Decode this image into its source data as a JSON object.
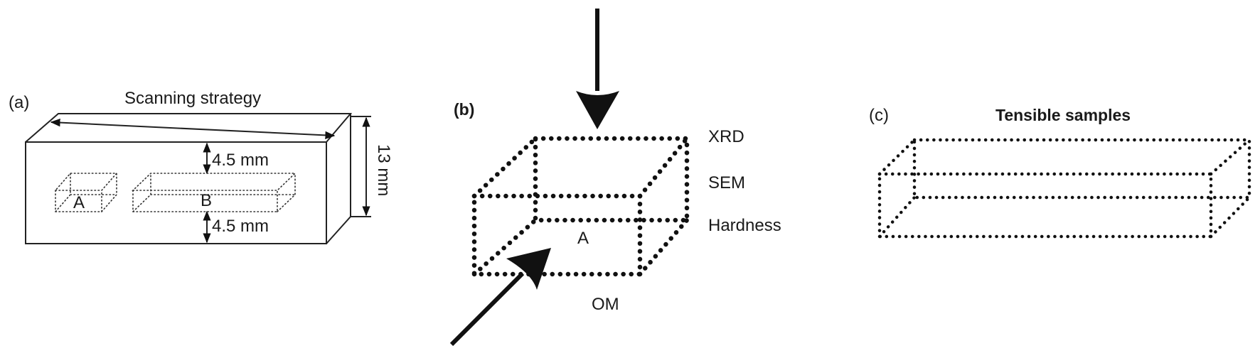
{
  "panel_a": {
    "label": "(a)",
    "title": "Scanning strategy",
    "dim_top": "4.5 mm",
    "dim_bottom": "4.5 mm",
    "height": "13 mm",
    "sample_a": "A",
    "sample_b": "B"
  },
  "panel_b": {
    "label": "(b)",
    "xrd": "XRD",
    "sem": "SEM",
    "hardness": "Hardness",
    "om": "OM",
    "sample": "A"
  },
  "panel_c": {
    "label": "(c)",
    "title": "Tensible samples"
  },
  "colors": {
    "ink": "#111111",
    "background": "#ffffff"
  }
}
